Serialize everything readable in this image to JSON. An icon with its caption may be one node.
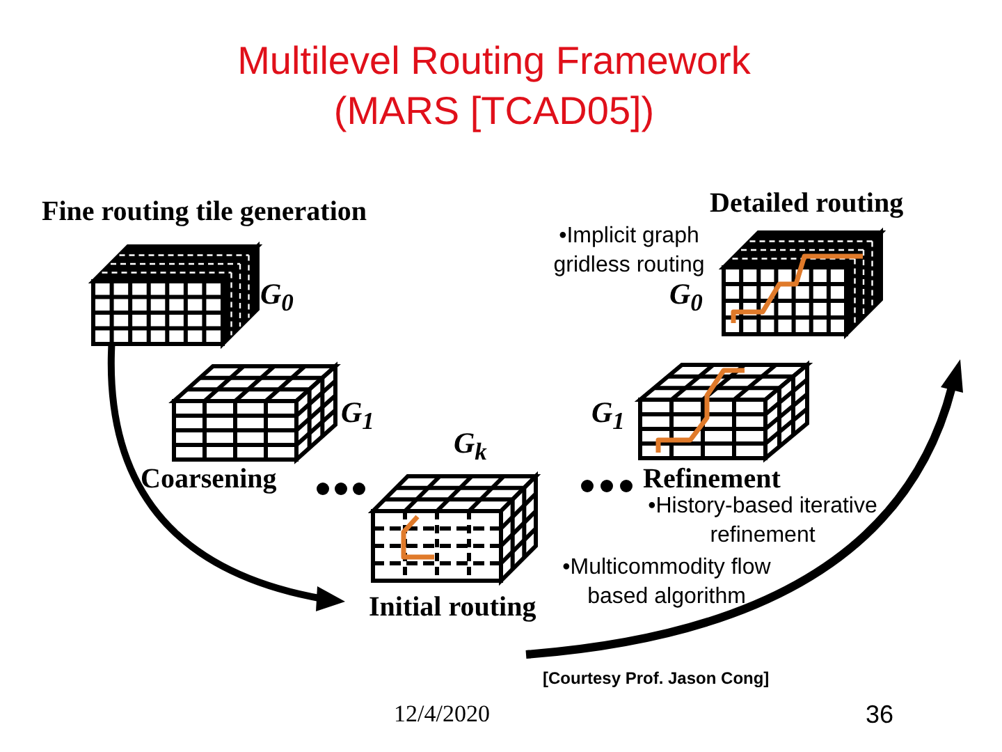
{
  "diagram": {
    "title": "Multilevel Routing Framework (MARS [TCAD05])",
    "labels": [
      "Fine routing tile generation",
      "Detailed routing",
      "•Implicit graph gridless routing",
      "G$_{0}$",
      "G$_{0}$",
      "G$_{1}$",
      "G$_{1}$",
      "Coarsening",
      "G$_{k}$",
      "Refinement",
      "•History-based iterative refinement",
      "•Multicommodity flow based algorithm",
      "Initial routing",
      "[Courtesy Prof. Jason Cong]",
      "12/4/2020",
      "36"
    ]
  }
}
